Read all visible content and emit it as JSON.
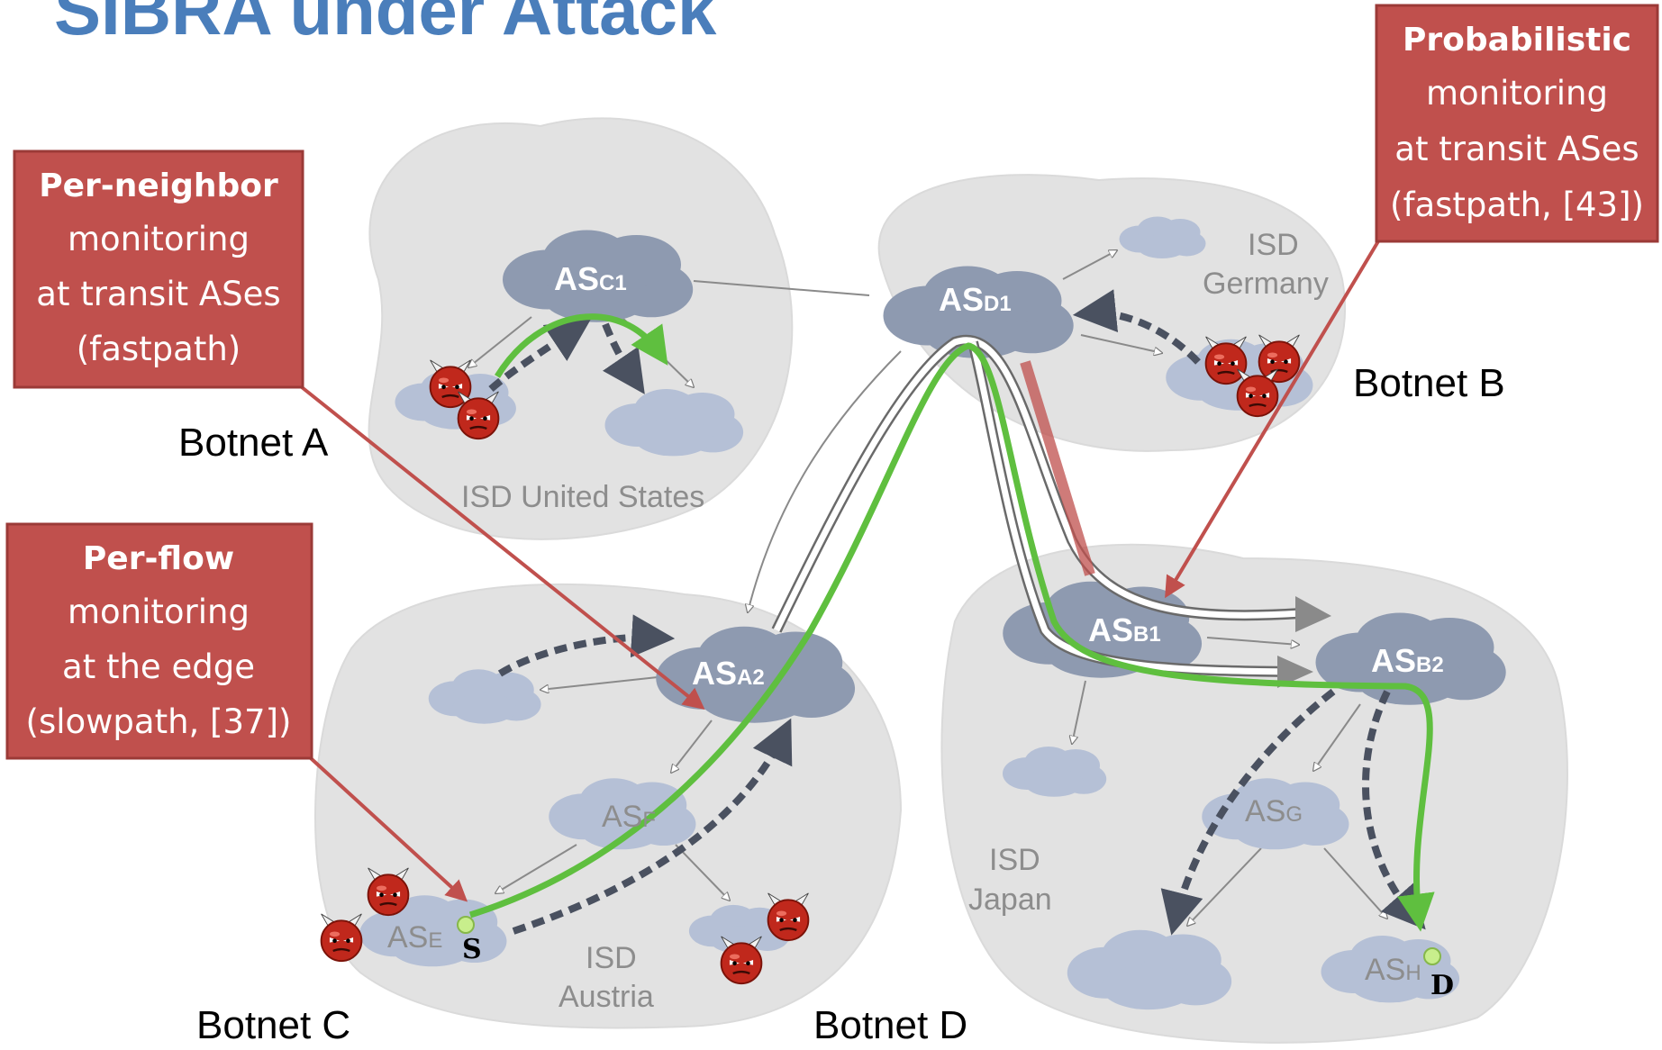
{
  "title": "SIBRA under Attack",
  "isds": {
    "us": "ISD United States",
    "germany_line1": "ISD",
    "germany_line2": "Germany",
    "austria_line1": "ISD",
    "austria_line2": "Austria",
    "japan_line1": "ISD",
    "japan_line2": "Japan"
  },
  "ases": {
    "c1": {
      "main": "AS",
      "sub": "C1"
    },
    "d1": {
      "main": "AS",
      "sub": "D1"
    },
    "a2": {
      "main": "AS",
      "sub": "A2"
    },
    "b1": {
      "main": "AS",
      "sub": "B1"
    },
    "b2": {
      "main": "AS",
      "sub": "B2"
    },
    "e": {
      "main": "AS",
      "sub": "E"
    },
    "f": {
      "main": "AS",
      "sub": "F"
    },
    "g": {
      "main": "AS",
      "sub": "G"
    },
    "h": {
      "main": "AS",
      "sub": "H"
    }
  },
  "botnets": {
    "a": "Botnet A",
    "b": "Botnet B",
    "c": "Botnet C",
    "d": "Botnet D"
  },
  "nodes": {
    "source": "S",
    "destination": "D"
  },
  "callouts": {
    "per_neighbor": {
      "bold": "Per-neighbor",
      "line2": "monitoring",
      "line3": "at transit ASes",
      "line4": "(fastpath)"
    },
    "per_flow": {
      "bold": "Per-flow",
      "line2": "monitoring",
      "line3": "at the edge",
      "line4": "(slowpath, [37])"
    },
    "probabilistic": {
      "bold": "Probabilistic",
      "line2": "monitoring",
      "line3": "at transit ASes",
      "line4": "(fastpath, [43])"
    }
  },
  "icons": {
    "attacker": "devil-icon",
    "endpoint": "green-dot-icon"
  },
  "colors": {
    "title": "#4a7ebb",
    "callout_box": "#c0504d",
    "legit_path": "#5fbf3f",
    "attack_path": "#4a5160",
    "isd_region": "#e2e2e2",
    "core_as": "#8e9ab0",
    "leaf_as": "#b5c0d6"
  }
}
